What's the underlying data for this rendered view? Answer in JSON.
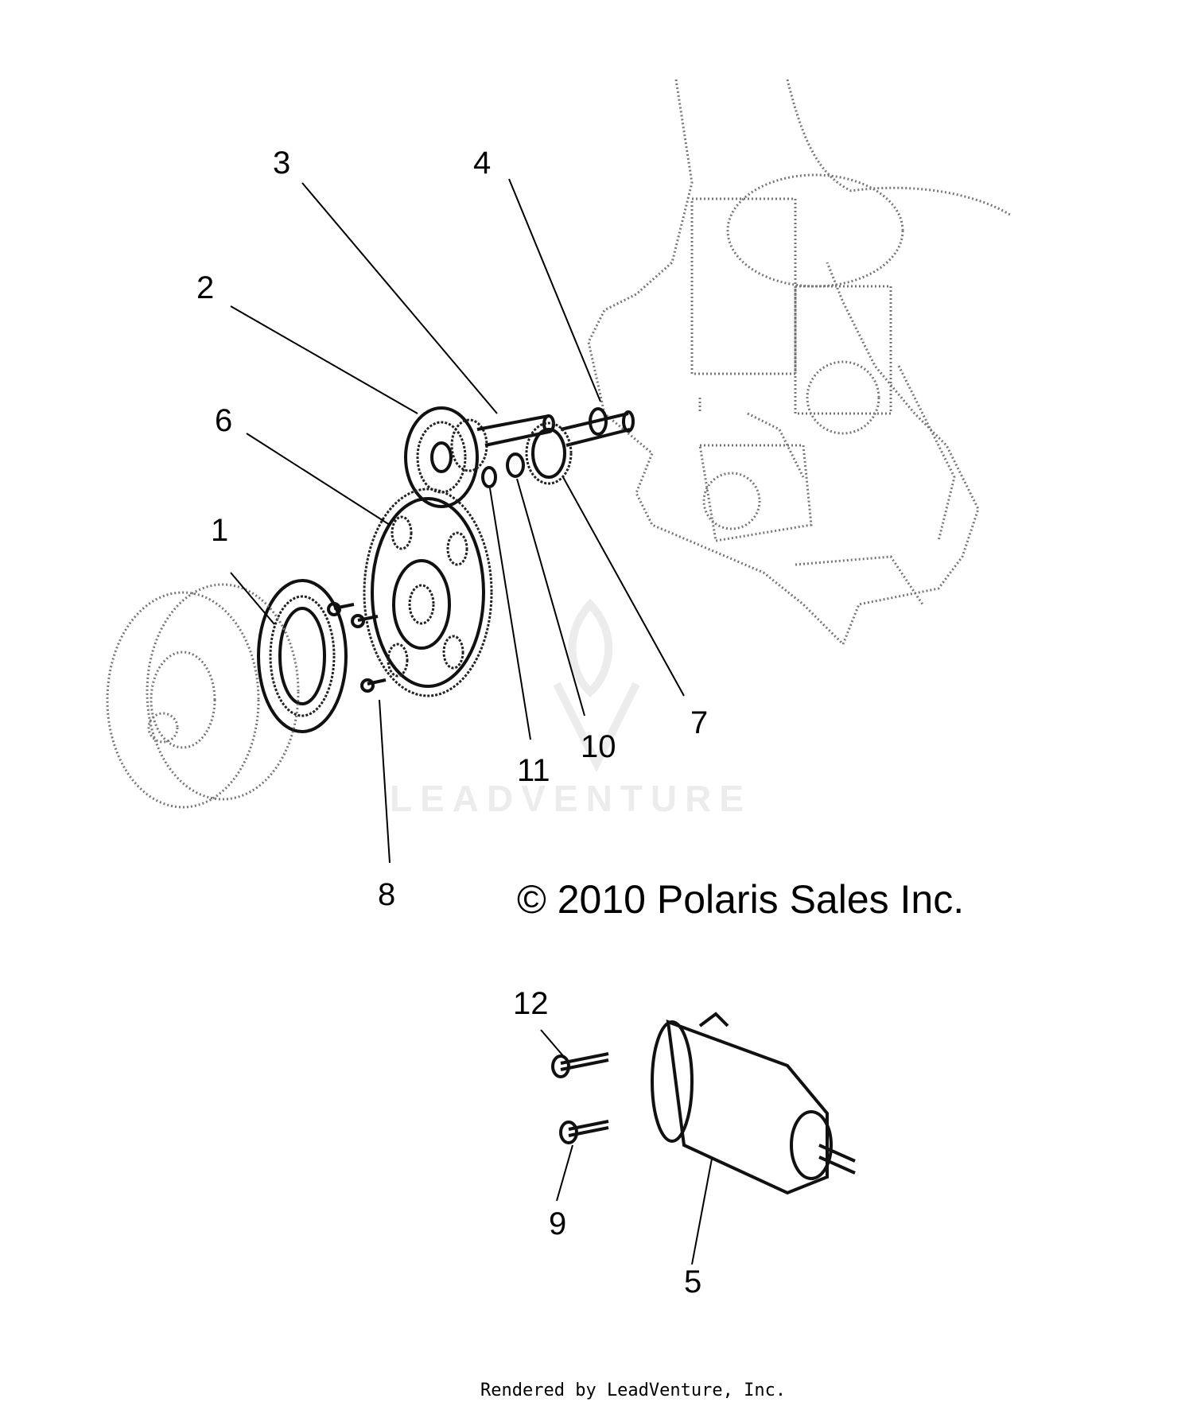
{
  "callouts": [
    "1",
    "2",
    "3",
    "4",
    "5",
    "6",
    "7",
    "8",
    "9",
    "10",
    "11",
    "12"
  ],
  "copyright": "© 2010 Polaris Sales Inc.",
  "watermark": "LEADVENTURE",
  "footer": "Rendered by LeadVenture, Inc."
}
